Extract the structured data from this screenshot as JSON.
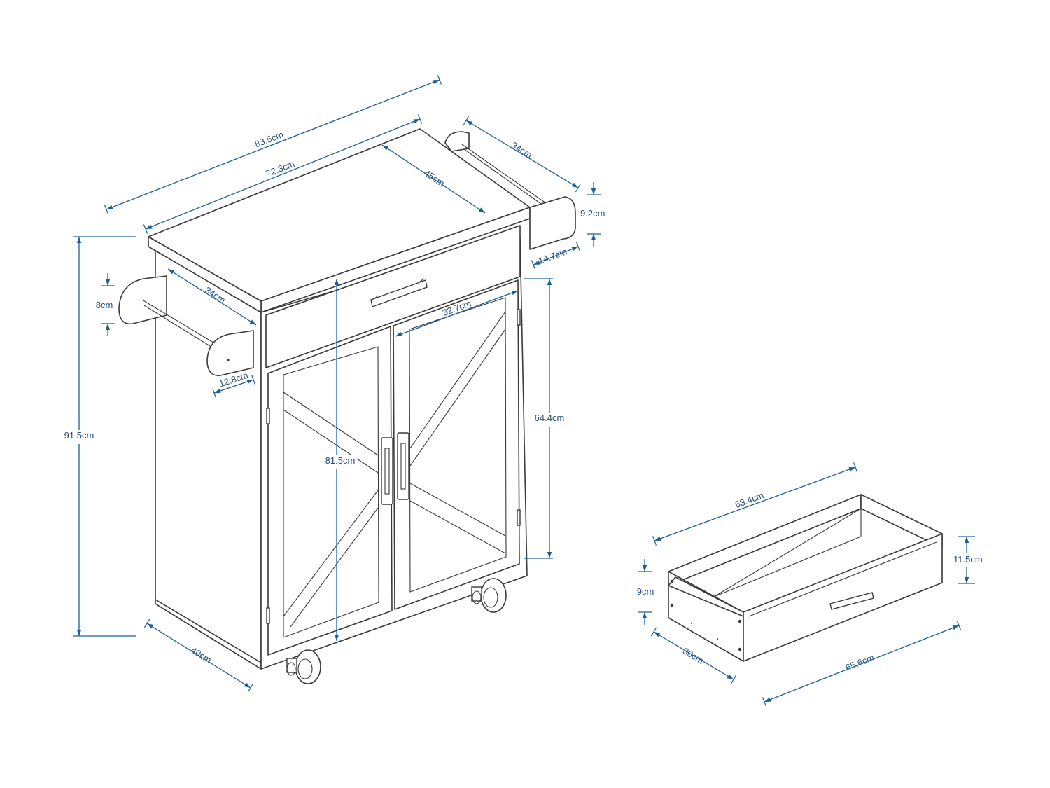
{
  "colors": {
    "dimension": "#1f5f99",
    "outline": "#3a3a3a",
    "background": "#ffffff"
  },
  "dimensions": {
    "overall_width": "83.5cm",
    "top_width": "72.3cm",
    "top_depth": "45cm",
    "side_bar_length": "34cm",
    "side_bar_height": "9.2cm",
    "side_bar_projection": "14.7cm",
    "left_bar_length": "34cm",
    "left_bar_height": "8cm",
    "left_bar_projection": "12.8cm",
    "inner_width": "32.7cm",
    "overall_height": "91.5cm",
    "cabinet_height": "81.5cm",
    "door_height": "64.4cm",
    "cabinet_depth": "40cm",
    "drawer_width": "63.4cm",
    "drawer_height": "11.5cm",
    "drawer_side_height": "9cm",
    "drawer_depth": "30cm",
    "drawer_front_width": "65.6cm"
  }
}
